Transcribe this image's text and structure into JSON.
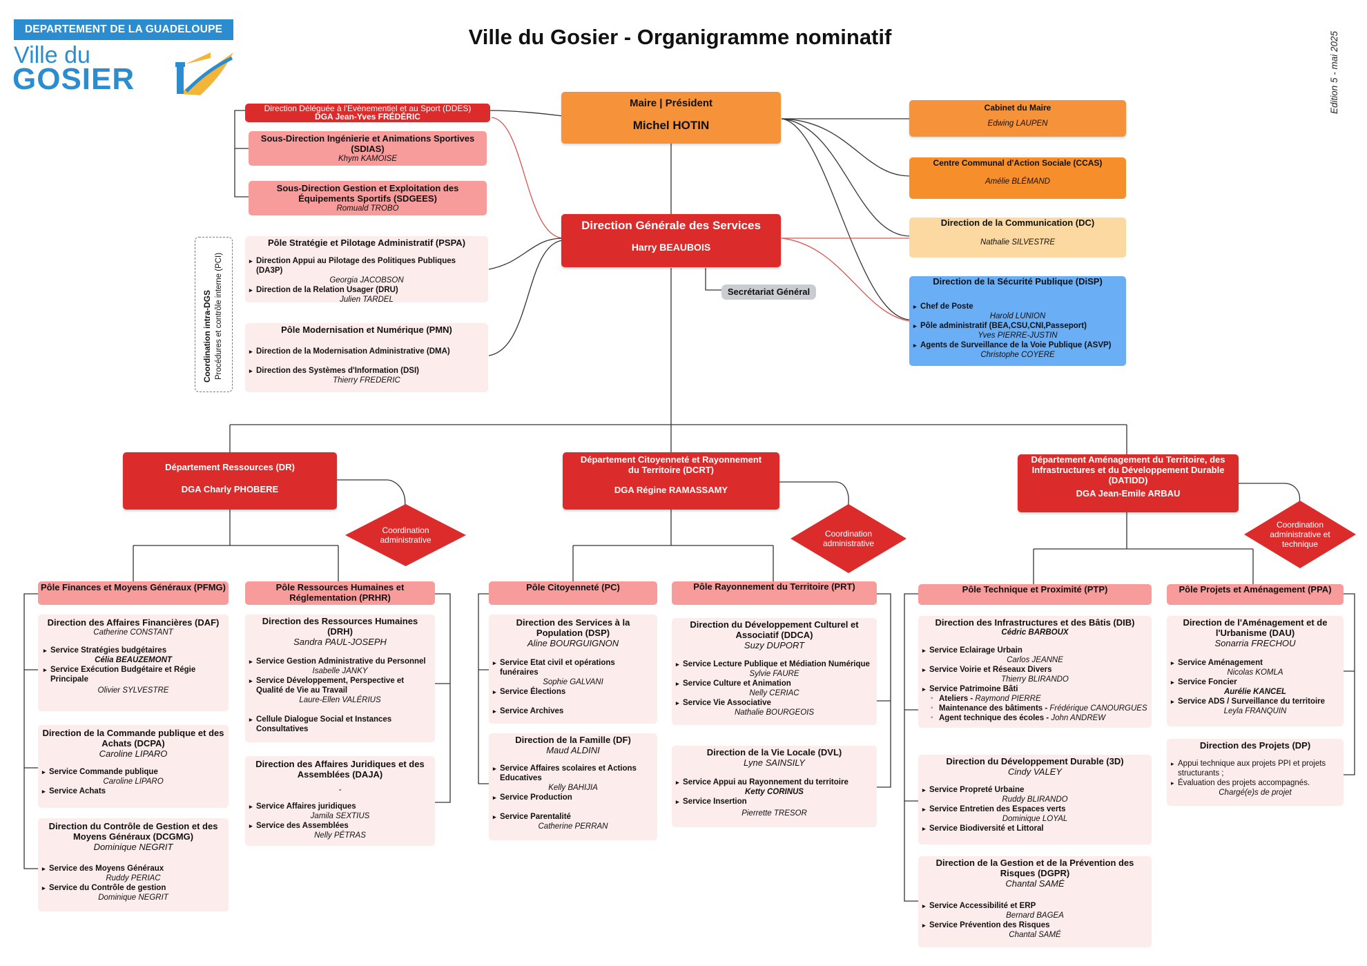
{
  "header": {
    "department_band": "DEPARTEMENT DE LA GUADELOUPE",
    "logo_top": "Ville du",
    "logo_bottom": "GOSIER",
    "title": "Ville du Gosier - Organigramme nominatif",
    "edition": "Edition 5 - mai 2025"
  },
  "colors": {
    "red": "#dc2b2b",
    "pink": "#f79b9b",
    "light_pink": "#fdecec",
    "orange": "#f5923a",
    "peach": "#fcd9a0",
    "blue": "#6aaef6",
    "grey": "#c9ccd1",
    "logo_blue": "#2b8ccf"
  },
  "maire": {
    "title": "Maire | Président",
    "name": "Michel HOTIN"
  },
  "dgs": {
    "title": "Direction Générale des Services",
    "name": "Harry BEAUBOIS"
  },
  "secretariat": "Secrétariat Général",
  "ddes": {
    "title": "Direction Déléguée à l'Evènementiel et au Sport (DDES)",
    "name": "DGA Jean-Yves FRÉDÉRIC",
    "sdias_title": "Sous-Direction Ingénierie et Animations Sportives (SDIAS)",
    "sdias_name": "Khym KAMOISE",
    "sdgees_title": "Sous-Direction Gestion et Exploitation des Équipements Sportifs (SDGEES)",
    "sdgees_name": "Romuald TROBO"
  },
  "coordination_dgs": {
    "label": "Coordination intra-DGS",
    "sublabel": "Procédures et contrôle interne (PCI)"
  },
  "pspa": {
    "title": "Pôle Stratégie et Pilotage Administratif (PSPA)",
    "item1": "Direction Appui au Pilotage des Politiques Publiques (DA3P)",
    "name1": "Georgia JACOBSON",
    "item2": "Direction de la Relation Usager (DRU)",
    "name2": "Julien TARDEL"
  },
  "pmn": {
    "title": "Pôle Modernisation et Numérique (PMN)",
    "item1": "Direction de la Modernisation Administrative (DMA)",
    "item2": "Direction des Systèmes d'Information (DSI)",
    "name2": "Thierry FREDERIC"
  },
  "cabinet": {
    "title": "Cabinet du Maire",
    "name": "Edwing LAUPEN"
  },
  "ccas": {
    "title": "Centre Communal d'Action Sociale (CCAS)",
    "name": "Amélie BLÉMAND"
  },
  "dc": {
    "title": "Direction de la Communication (DC)",
    "name": "Nathalie SILVESTRE"
  },
  "disp": {
    "title": "Direction de la Sécurité Publique (DiSP)",
    "item1": "Chef de Poste",
    "name1": "Harold LUNION",
    "item2": "Pôle administratif (BEA,CSU,CNI,Passeport)",
    "name2": "Yves PIERRE-JUSTIN",
    "item3": "Agents de Surveillance de la Voie Publique (ASVP)",
    "name3": "Christophe COYERE"
  },
  "dr": {
    "title": "Département Ressources (DR)",
    "name": "DGA Charly PHOBERE"
  },
  "dcrt": {
    "title": "Département Citoyenneté et Rayonnement du Territoire (DCRT)",
    "name": "DGA Régine RAMASSAMY"
  },
  "datidd": {
    "title": "Département Aménagement du Territoire, des Infrastructures et du Développement Durable (DATIDD)",
    "name": "DGA Jean-Emile ARBAU"
  },
  "coord_admin": "Coordination administrative",
  "coord_admin_tech": "Coordination administrative et technique",
  "pfmg": {
    "title": "Pôle Finances et Moyens Généraux (PFMG)",
    "daf_title": "Direction des Affaires Financières (DAF)",
    "daf_name": "Catherine CONSTANT",
    "daf_s1": "Service Stratégies budgétaires",
    "daf_n1": "Célia BEAUZEMONT",
    "daf_s2": "Service Exécution Budgétaire et Régie Principale",
    "daf_n2": "Olivier SYLVESTRE",
    "dcpa_title": "Direction de la Commande publique et des Achats (DCPA)",
    "dcpa_name": "Caroline LIPARO",
    "dcpa_s1": "Service Commande publique",
    "dcpa_n1": "Caroline LIPARO",
    "dcpa_s2": "Service Achats",
    "dcgmg_title": "Direction du Contrôle de Gestion et des Moyens Généraux (DCGMG)",
    "dcgmg_name": "Dominique NEGRIT",
    "dcgmg_s1": "Service des Moyens Généraux",
    "dcgmg_n1": "Ruddy PERIAC",
    "dcgmg_s2": "Service du Contrôle de gestion",
    "dcgmg_n2": "Dominique NEGRIT"
  },
  "prhr": {
    "title": "Pôle Ressources Humaines et Réglementation (PRHR)",
    "drh_title": "Direction des Ressources Humaines (DRH)",
    "drh_name": "Sandra PAUL-JOSEPH",
    "drh_s1": "Service Gestion Administrative du Personnel",
    "drh_n1": "Isabelle JANKY",
    "drh_s2": "Service Développement, Perspective et Qualité de Vie au Travail",
    "drh_n2": "Laure-Ellen VALÉRIUS",
    "drh_s3": "Cellule Dialogue Social et Instances Consultatives",
    "daja_title": "Direction des Affaires Juridiques et des Assemblées (DAJA)",
    "daja_name": "-",
    "daja_s1": "Service Affaires juridiques",
    "daja_n1": "Jamila SEXTIUS",
    "daja_s2": "Service des Assemblées",
    "daja_n2": "Nelly PÉTRAS"
  },
  "pc": {
    "title": "Pôle Citoyenneté (PC)",
    "dsp_title": "Direction des Services à la Population (DSP)",
    "dsp_name": "Aline BOURGUIGNON",
    "dsp_s1": "Service Etat civil et opérations funéraires",
    "dsp_n1": "Sophie GALVANI",
    "dsp_s2": "Service Élections",
    "dsp_s3": "Service Archives",
    "df_title": "Direction de la Famille (DF)",
    "df_name": "Maud ALDINI",
    "df_s1": "Service Affaires scolaires et Actions Educatives",
    "df_n1": "Kelly BAHIJIA",
    "df_s2": "Service Production",
    "df_s3": "Service Parentalité",
    "df_n3": "Catherine PERRAN"
  },
  "prt": {
    "title": "Pôle Rayonnement du Territoire (PRT)",
    "ddca_title": "Direction du Développement Culturel et Associatif (DDCA)",
    "ddca_name": "Suzy DUPORT",
    "ddca_s1": "Service Lecture Publique et Médiation Numérique",
    "ddca_n1": "Sylvie FAURE",
    "ddca_s2": "Service Culture et Animation",
    "ddca_n2": "Nelly CERIAC",
    "ddca_s3": "Service Vie Associative",
    "ddca_n3": "Nathalie BOURGEOIS",
    "dvl_title": "Direction de la Vie Locale (DVL)",
    "dvl_name": "Lyne SAINSILY",
    "dvl_s1": "Service Appui au Rayonnement du territoire",
    "dvl_n1": "Ketty CORINUS",
    "dvl_s2": "Service Insertion",
    "dvl_n2": "Pierrette TRESOR"
  },
  "ptp": {
    "title": "Pôle Technique et Proximité (PTP)",
    "dib_title": "Direction des Infrastructures et des Bâtis (DIB)",
    "dib_name": "Cédric BARBOUX",
    "dib_s1": "Service Eclairage Urbain",
    "dib_n1": "Carlos JEANNE",
    "dib_s2": "Service Voirie et Réseaux Divers",
    "dib_n2": "Thierry BLIRANDO",
    "dib_s3": "Service Patrimoine Bâti",
    "dib_sub1a": "Ateliers - ",
    "dib_sub1b": "Raymond PIERRE",
    "dib_sub2a": "Maintenance des bâtiments - ",
    "dib_sub2b": "Frédérique CANOURGUES",
    "dib_sub3a": "Agent technique des écoles - ",
    "dib_sub3b": "John ANDREW",
    "d3d_title": "Direction du Développement Durable (3D)",
    "d3d_name": "Cindy VALEY",
    "d3d_s1": "Service Propreté Urbaine",
    "d3d_n1": "Ruddy BLIRANDO",
    "d3d_s2": "Service Entretien des Espaces verts",
    "d3d_n2": "Dominique LOYAL",
    "d3d_s3": "Service Biodiversité et Littoral",
    "dgpr_title": "Direction de la Gestion et de la Prévention des Risques (DGPR)",
    "dgpr_name": "Chantal SAMÉ",
    "dgpr_s1": "Service Accessibilité et ERP",
    "dgpr_n1": "Bernard BAGEA",
    "dgpr_s2": "Service Prévention des Risques",
    "dgpr_n2": "Chantal SAMÉ"
  },
  "ppa": {
    "title": "Pôle Projets et Aménagement (PPA)",
    "dau_title": "Direction de l'Aménagement et de l'Urbanisme (DAU)",
    "dau_name": "Sonarria FRECHOU",
    "dau_s1": "Service Aménagement",
    "dau_n1": "Nicolas KOMLA",
    "dau_s2": "Service Foncier",
    "dau_n2": "Aurélie KANCEL",
    "dau_s3": "Service ADS / Surveillance du territoire",
    "dau_n3": "Leyla FRANQUIN",
    "dp_title": "Direction des Projets (DP)",
    "dp_s1": "Appui technique aux projets PPI et projets structurants ;",
    "dp_s2": "Évaluation des projets accompagnés.",
    "dp_n2": "Chargé(e)s de projet"
  }
}
